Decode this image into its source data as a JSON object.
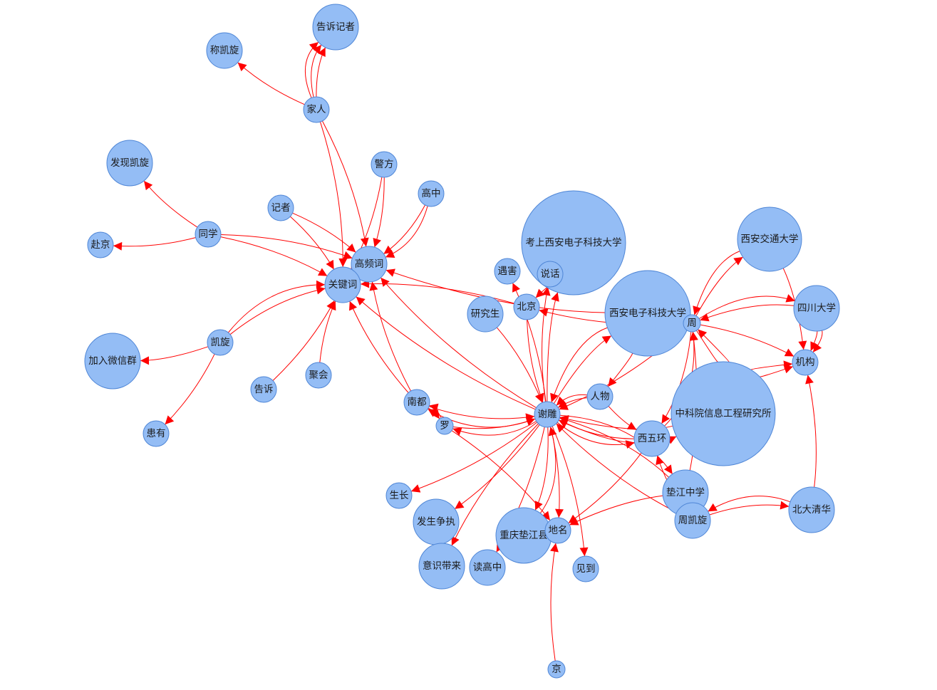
{
  "graph": {
    "nodes": [
      {
        "id": "gaosu_jizhe",
        "label": "告诉记者"
      },
      {
        "id": "cheng_kaixuan",
        "label": "称凯旋"
      },
      {
        "id": "jiaren",
        "label": "家人"
      },
      {
        "id": "faxian_kaixuan",
        "label": "发现凯旋"
      },
      {
        "id": "jingfang",
        "label": "警方"
      },
      {
        "id": "gaozhong",
        "label": "高中"
      },
      {
        "id": "jizhe",
        "label": "记者"
      },
      {
        "id": "tongxue",
        "label": "同学"
      },
      {
        "id": "fujing",
        "label": "赴京"
      },
      {
        "id": "gaopinci",
        "label": "高频词"
      },
      {
        "id": "guanjianci",
        "label": "关键词"
      },
      {
        "id": "kaixuan",
        "label": "凯旋"
      },
      {
        "id": "jiaru_weixinqun",
        "label": "加入微信群"
      },
      {
        "id": "gaosu",
        "label": "告诉"
      },
      {
        "id": "juhui",
        "label": "聚会"
      },
      {
        "id": "huanyou",
        "label": "患有"
      },
      {
        "id": "kaoshang_xidian",
        "label": "考上西安电子科技大学"
      },
      {
        "id": "yuhai",
        "label": "遇害"
      },
      {
        "id": "shuohua",
        "label": "说话"
      },
      {
        "id": "beijing",
        "label": "北京"
      },
      {
        "id": "yanjiusheng",
        "label": "研究生"
      },
      {
        "id": "xidian",
        "label": "西安电子科技大学"
      },
      {
        "id": "xijiao",
        "label": "西安交通大学"
      },
      {
        "id": "sichuan_daxue",
        "label": "四川大学"
      },
      {
        "id": "zhou",
        "label": "周"
      },
      {
        "id": "jigou",
        "label": "机构"
      },
      {
        "id": "nandu",
        "label": "南都"
      },
      {
        "id": "luo",
        "label": "罗"
      },
      {
        "id": "xiediao",
        "label": "谢雕"
      },
      {
        "id": "renwu",
        "label": "人物"
      },
      {
        "id": "zhongkeyuan",
        "label": "中科院信息工程研究所"
      },
      {
        "id": "xiwuhuan",
        "label": "西五环"
      },
      {
        "id": "shengzhang",
        "label": "生长"
      },
      {
        "id": "fasheng_zhengzhi",
        "label": "发生争执"
      },
      {
        "id": "chongqing_dianjiang",
        "label": "重庆垫江县"
      },
      {
        "id": "diming",
        "label": "地名"
      },
      {
        "id": "dianjiang_zhongxue",
        "label": "垫江中学"
      },
      {
        "id": "beida_qinghua",
        "label": "北大清华"
      },
      {
        "id": "zhou_kaixuan",
        "label": "周凯旋"
      },
      {
        "id": "yishi_dailai",
        "label": "意识带来"
      },
      {
        "id": "du_gaozhong",
        "label": "读高中"
      },
      {
        "id": "jiandao",
        "label": "见到"
      },
      {
        "id": "jing",
        "label": "京"
      }
    ],
    "edges": [
      {
        "from": "jiaren",
        "to": "gaosu_jizhe"
      },
      {
        "from": "jiaren",
        "to": "gaosu_jizhe"
      },
      {
        "from": "jiaren",
        "to": "gaosu_jizhe"
      },
      {
        "from": "jiaren",
        "to": "cheng_kaixuan"
      },
      {
        "from": "jiaren",
        "to": "guanjianci"
      },
      {
        "from": "jiaren",
        "to": "gaopinci"
      },
      {
        "from": "tongxue",
        "to": "faxian_kaixuan"
      },
      {
        "from": "tongxue",
        "to": "fujing"
      },
      {
        "from": "tongxue",
        "to": "guanjianci"
      },
      {
        "from": "tongxue",
        "to": "gaopinci"
      },
      {
        "from": "jingfang",
        "to": "gaopinci"
      },
      {
        "from": "jingfang",
        "to": "guanjianci"
      },
      {
        "from": "gaozhong",
        "to": "gaopinci"
      },
      {
        "from": "gaozhong",
        "to": "gaopinci"
      },
      {
        "from": "jizhe",
        "to": "gaopinci"
      },
      {
        "from": "jizhe",
        "to": "guanjianci"
      },
      {
        "from": "kaixuan",
        "to": "guanjianci"
      },
      {
        "from": "kaixuan",
        "to": "guanjianci"
      },
      {
        "from": "kaixuan",
        "to": "jiaru_weixinqun"
      },
      {
        "from": "kaixuan",
        "to": "huanyou"
      },
      {
        "from": "gaosu",
        "to": "guanjianci"
      },
      {
        "from": "juhui",
        "to": "guanjianci"
      },
      {
        "from": "nandu",
        "to": "guanjianci"
      },
      {
        "from": "nandu",
        "to": "gaopinci"
      },
      {
        "from": "xiediao",
        "to": "guanjianci"
      },
      {
        "from": "xiediao",
        "to": "gaopinci"
      },
      {
        "from": "beijing",
        "to": "guanjianci"
      },
      {
        "from": "xidian",
        "to": "gaopinci"
      },
      {
        "from": "xiediao",
        "to": "yuhai"
      },
      {
        "from": "xiediao",
        "to": "shuohua"
      },
      {
        "from": "xiediao",
        "to": "kaoshang_xidian"
      },
      {
        "from": "yanjiusheng",
        "to": "xiediao"
      },
      {
        "from": "beijing",
        "to": "xiediao"
      },
      {
        "from": "xiediao",
        "to": "xidian"
      },
      {
        "from": "xidian",
        "to": "xiediao"
      },
      {
        "from": "xidian",
        "to": "renwu"
      },
      {
        "from": "renwu",
        "to": "xiediao"
      },
      {
        "from": "renwu",
        "to": "xiediao"
      },
      {
        "from": "zhongkeyuan",
        "to": "xiediao"
      },
      {
        "from": "xiediao",
        "to": "zhongkeyuan"
      },
      {
        "from": "xiwuhuan",
        "to": "xiediao"
      },
      {
        "from": "xiediao",
        "to": "xiwuhuan"
      },
      {
        "from": "renwu",
        "to": "xiwuhuan"
      },
      {
        "from": "dianjiang_zhongxue",
        "to": "xiediao"
      },
      {
        "from": "xiediao",
        "to": "dianjiang_zhongxue"
      },
      {
        "from": "zhou_kaixuan",
        "to": "xiediao"
      },
      {
        "from": "zhou",
        "to": "xiediao"
      },
      {
        "from": "nandu",
        "to": "xiediao"
      },
      {
        "from": "xiediao",
        "to": "nandu"
      },
      {
        "from": "luo",
        "to": "xiediao"
      },
      {
        "from": "xiediao",
        "to": "luo"
      },
      {
        "from": "nandu",
        "to": "luo"
      },
      {
        "from": "luo",
        "to": "nandu"
      },
      {
        "from": "xiediao",
        "to": "shengzhang"
      },
      {
        "from": "xiediao",
        "to": "fasheng_zhengzhi"
      },
      {
        "from": "xiediao",
        "to": "yishi_dailai"
      },
      {
        "from": "xiediao",
        "to": "du_gaozhong"
      },
      {
        "from": "xiediao",
        "to": "chongqing_dianjiang"
      },
      {
        "from": "chongqing_dianjiang",
        "to": "xiediao"
      },
      {
        "from": "xiediao",
        "to": "diming"
      },
      {
        "from": "xiediao",
        "to": "jiandao"
      },
      {
        "from": "jing",
        "to": "diming"
      },
      {
        "from": "xiwuhuan",
        "to": "diming"
      },
      {
        "from": "dianjiang_zhongxue",
        "to": "diming"
      },
      {
        "from": "luo",
        "to": "diming"
      },
      {
        "from": "zhou",
        "to": "xijiao"
      },
      {
        "from": "xijiao",
        "to": "zhou"
      },
      {
        "from": "sichuan_daxue",
        "to": "zhou"
      },
      {
        "from": "zhou",
        "to": "sichuan_daxue"
      },
      {
        "from": "zhou",
        "to": "jigou"
      },
      {
        "from": "sichuan_daxue",
        "to": "jigou"
      },
      {
        "from": "sichuan_daxue",
        "to": "jigou"
      },
      {
        "from": "xijiao",
        "to": "jigou"
      },
      {
        "from": "beida_qinghua",
        "to": "jigou"
      },
      {
        "from": "zhongkeyuan",
        "to": "jigou"
      },
      {
        "from": "zhongkeyuan",
        "to": "jigou"
      },
      {
        "from": "zhou",
        "to": "zhongkeyuan"
      },
      {
        "from": "zhongkeyuan",
        "to": "zhou"
      },
      {
        "from": "xidian",
        "to": "zhou"
      },
      {
        "from": "zhou",
        "to": "xiwuhuan"
      },
      {
        "from": "xiwuhuan",
        "to": "zhou"
      },
      {
        "from": "zhou_kaixuan",
        "to": "beida_qinghua"
      },
      {
        "from": "beida_qinghua",
        "to": "zhou_kaixuan"
      },
      {
        "from": "zhou_kaixuan",
        "to": "xiwuhuan"
      },
      {
        "from": "dianjiang_zhongxue",
        "to": "zhou"
      },
      {
        "from": "zhou",
        "to": "beijing"
      },
      {
        "from": "kaoshang_xidian",
        "to": "beijing"
      }
    ]
  }
}
